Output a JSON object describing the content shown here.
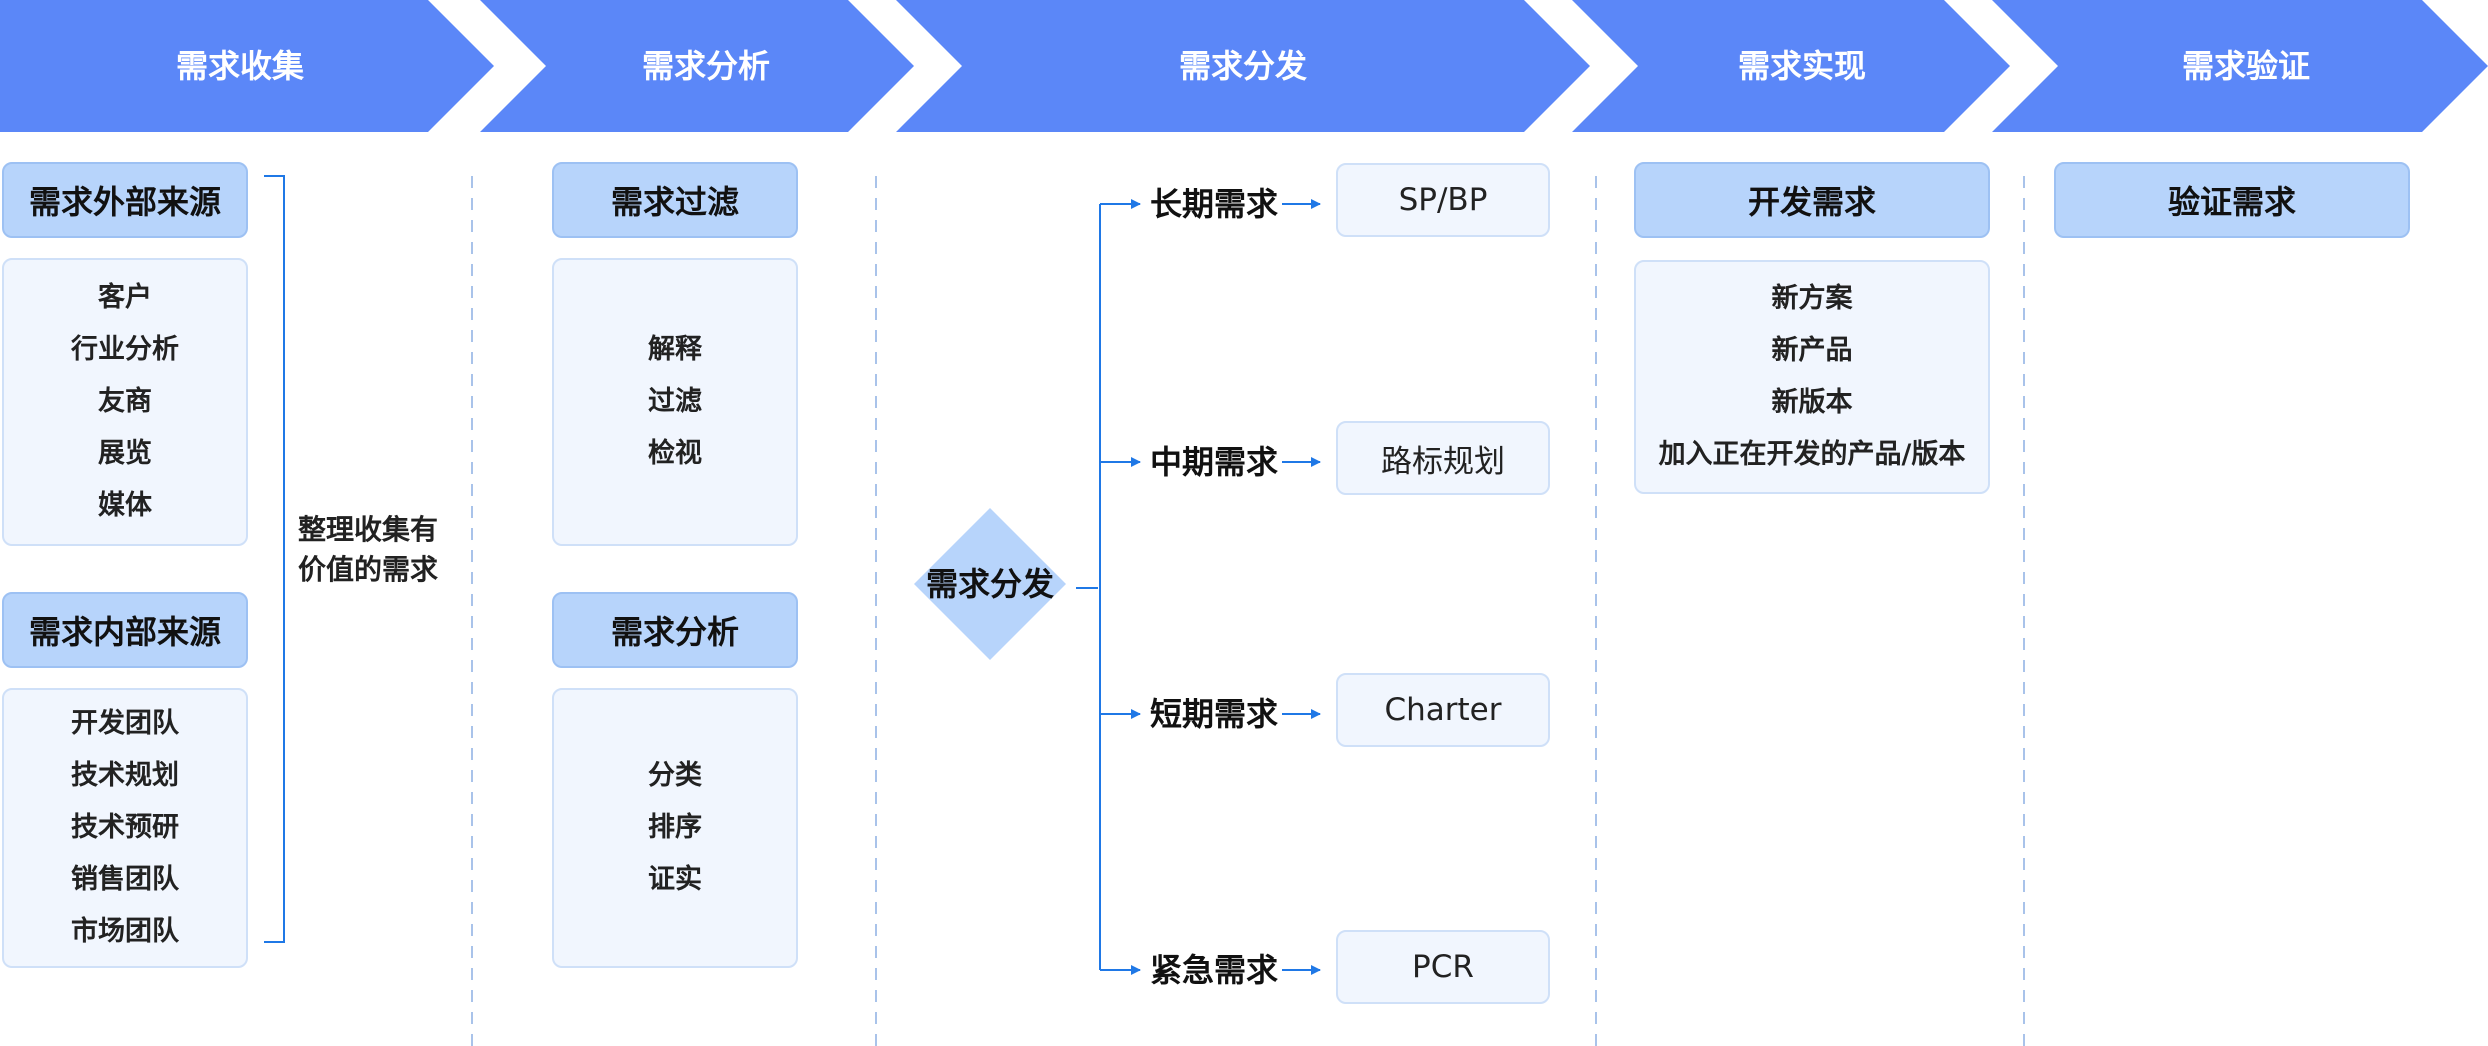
{
  "stages": [
    "需求收集",
    "需求分析",
    "需求分发",
    "需求实现",
    "需求验证"
  ],
  "collection": {
    "external": {
      "title": "需求外部来源",
      "items": [
        "客户",
        "行业分析",
        "友商",
        "展览",
        "媒体"
      ]
    },
    "internal": {
      "title": "需求内部来源",
      "items": [
        "开发团队",
        "技术规划",
        "技术预研",
        "销售团队",
        "市场团队"
      ]
    },
    "note": [
      "整理收集有",
      "价值的需求"
    ]
  },
  "analysis": {
    "filter": {
      "title": "需求过滤",
      "items": [
        "解释",
        "过滤",
        "检视"
      ]
    },
    "analyze": {
      "title": "需求分析",
      "items": [
        "分类",
        "排序",
        "证实"
      ]
    }
  },
  "distribution": {
    "center": "需求分发",
    "branches": [
      {
        "label": "长期需求",
        "target": "SP/BP"
      },
      {
        "label": "中期需求",
        "target": "路标规划"
      },
      {
        "label": "短期需求",
        "target": "Charter"
      },
      {
        "label": "紧急需求",
        "target": "PCR"
      }
    ]
  },
  "implementation": {
    "title": "开发需求",
    "items": [
      "新方案",
      "新产品",
      "新版本",
      "加入正在开发的产品/版本"
    ]
  },
  "verification": {
    "title": "验证需求"
  },
  "colors": {
    "banner": "#5b87f8",
    "head_fill": "#b7d4fb",
    "list_fill": "#f1f6fe",
    "connector": "#1f78e6",
    "divider": "#a9c3ea"
  }
}
